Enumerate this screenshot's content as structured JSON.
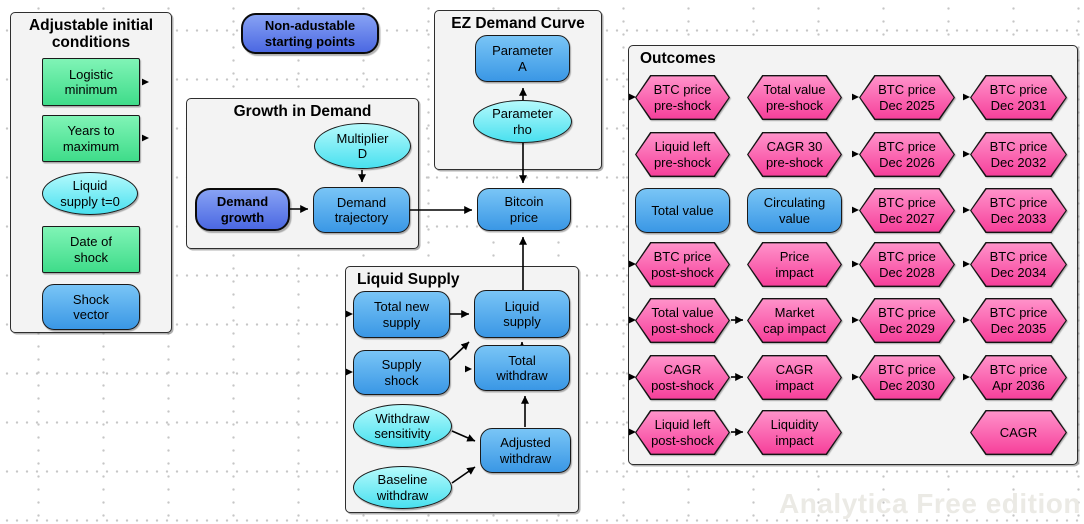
{
  "watermark": "Analytica Free edition",
  "palette": {
    "node_blue": "#3a97e5",
    "node_cyan": "#49e0ef",
    "node_green": "#3fdc8a",
    "node_deep_blue": "#4b68e2",
    "node_pink": "#f63f9a",
    "group_background": "#f3f3f3",
    "canvas_background": "#ffffff",
    "grid_dot": "#c6c6c6",
    "arrow": "#000000",
    "watermark_color": "#ebeae5"
  },
  "groups": {
    "adjustable": {
      "title": "Adjustable initial\nconditions"
    },
    "growth": {
      "title": "Growth in Demand"
    },
    "ez": {
      "title": "EZ Demand Curve"
    },
    "liquid": {
      "title": "Liquid Supply"
    },
    "outcomes": {
      "title": "Outcomes"
    }
  },
  "nodes": {
    "logistic_minimum": {
      "label": "Logistic\nminimum"
    },
    "years_to_maximum": {
      "label": "Years to\nmaximum"
    },
    "liquid_supply_t0": {
      "label": "Liquid\nsupply t=0"
    },
    "date_of_shock": {
      "label": "Date of\nshock"
    },
    "shock_vector": {
      "label": "Shock\nvector"
    },
    "non_adjustable": {
      "label": "Non-adustable\nstarting points"
    },
    "parameter_a": {
      "label": "Parameter\nA"
    },
    "parameter_rho": {
      "label": "Parameter\nrho"
    },
    "bitcoin_price": {
      "label": "Bitcoin\nprice"
    },
    "multiplier_d": {
      "label": "Multiplier\nD"
    },
    "demand_growth": {
      "label": "Demand\ngrowth"
    },
    "demand_trajectory": {
      "label": "Demand\ntrajectory"
    },
    "total_new_supply": {
      "label": "Total new\nsupply"
    },
    "liquid_supply": {
      "label": "Liquid\nsupply"
    },
    "supply_shock": {
      "label": "Supply\nshock"
    },
    "total_withdraw": {
      "label": "Total\nwithdraw"
    },
    "withdraw_sensitivity": {
      "label": "Withdraw\nsensitivity"
    },
    "adjusted_withdraw": {
      "label": "Adjusted\nwithdraw"
    },
    "baseline_withdraw": {
      "label": "Baseline\nwithdraw"
    }
  },
  "outcomes": {
    "nodes": [
      {
        "label": "BTC price\npre-shock"
      },
      {
        "label": "Liquid left\npre-shock"
      },
      {
        "label": "Total value"
      },
      {
        "label": "BTC price\npost-shock"
      },
      {
        "label": "Total value\npost-shock"
      },
      {
        "label": "CAGR\npost-shock"
      },
      {
        "label": "Liquid left\npost-shock"
      },
      {
        "label": "Total value\npre-shock"
      },
      {
        "label": "CAGR 30\npre-shock"
      },
      {
        "label": "Circulating\nvalue"
      },
      {
        "label": "Price\nimpact"
      },
      {
        "label": "Market\ncap impact"
      },
      {
        "label": "CAGR\nimpact"
      },
      {
        "label": "Liquidity\nimpact"
      },
      {
        "label": "BTC price\nDec 2025"
      },
      {
        "label": "BTC price\nDec 2026"
      },
      {
        "label": "BTC price\nDec 2027"
      },
      {
        "label": "BTC price\nDec 2028"
      },
      {
        "label": "BTC price\nDec 2029"
      },
      {
        "label": "BTC price\nDec 2030"
      },
      {
        "label": "BTC price\nDec 2031"
      },
      {
        "label": "BTC price\nDec 2032"
      },
      {
        "label": "BTC price\nDec 2033"
      },
      {
        "label": "BTC price\nDec 2034"
      },
      {
        "label": "BTC price\nDec 2035"
      },
      {
        "label": "BTC price\nApr 2036"
      },
      {
        "label": "CAGR"
      }
    ]
  }
}
